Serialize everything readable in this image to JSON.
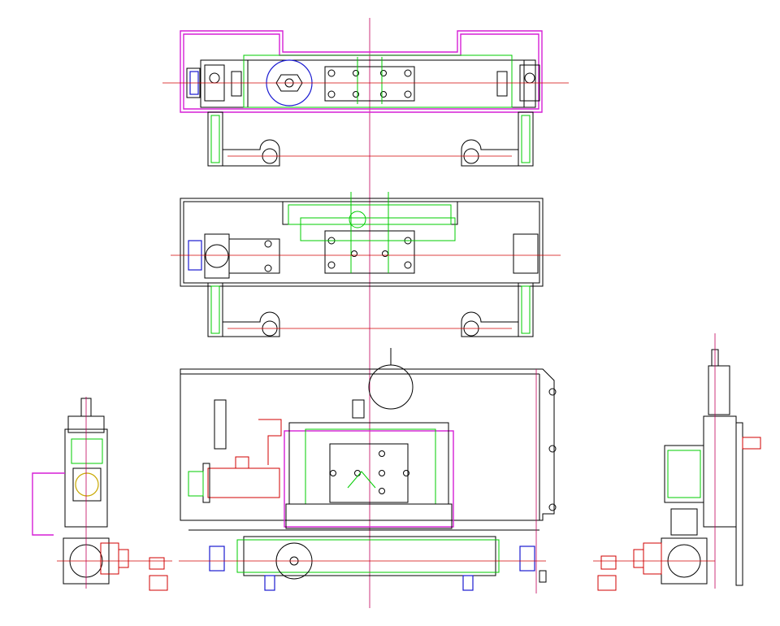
{
  "drawing": {
    "colors": {
      "outline": "#000000",
      "detail": "#00cc00",
      "frame": "#d61fd6",
      "centerline": "#d00000",
      "motor": "#d00000",
      "bearing": "#1a1ad0"
    },
    "views": [
      {
        "id": "top-view-upper"
      },
      {
        "id": "top-view-lower"
      },
      {
        "id": "front-elevation"
      },
      {
        "id": "left-side-view"
      },
      {
        "id": "right-side-view"
      }
    ]
  }
}
